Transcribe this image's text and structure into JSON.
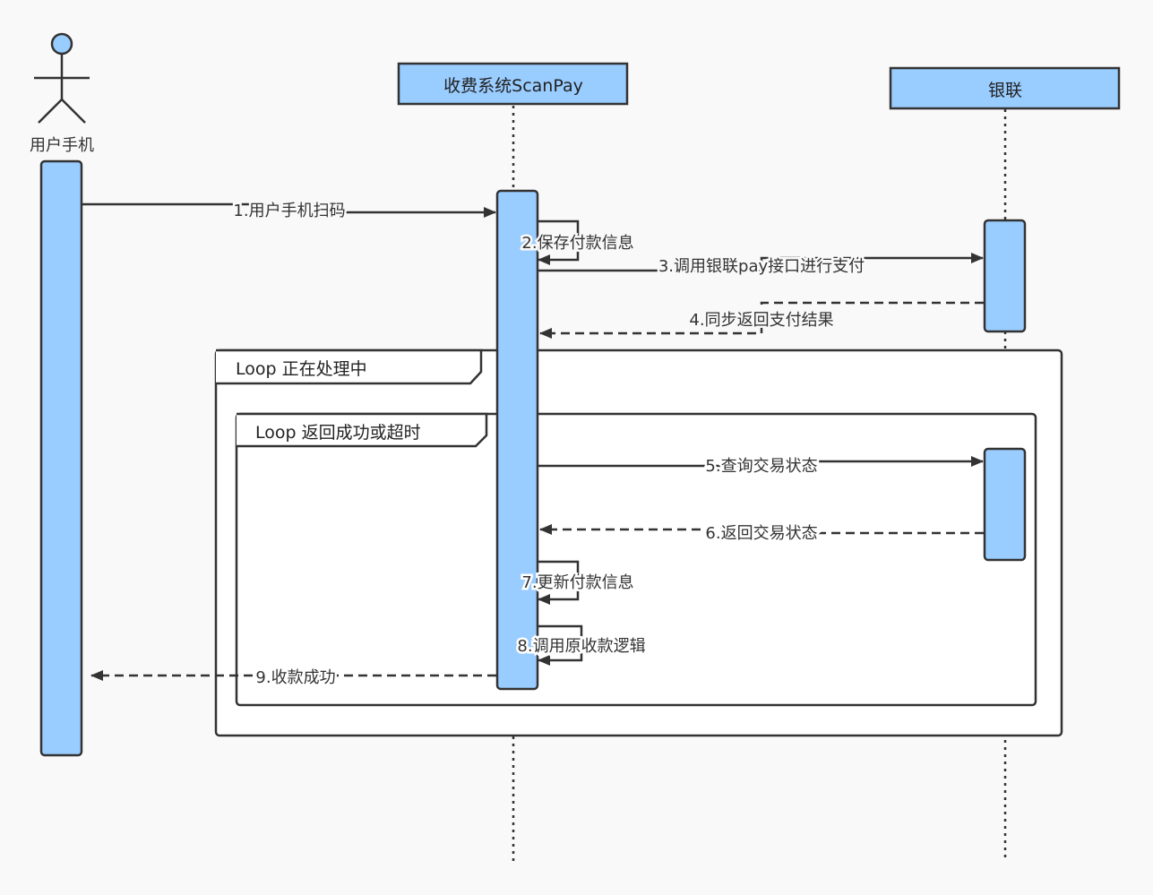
{
  "actor": {
    "name": "用户手机"
  },
  "participants": [
    {
      "name": "收费系统ScanPay"
    },
    {
      "name": "银联"
    }
  ],
  "loops": [
    {
      "label": "Loop 正在处理中"
    },
    {
      "label": "Loop 返回成功或超时"
    }
  ],
  "messages": [
    {
      "label": "1.用户手机扫码",
      "style": "solid"
    },
    {
      "label": "2.保存付款信息",
      "style": "self"
    },
    {
      "label": "3.调用银联pay接口进行支付",
      "style": "solid"
    },
    {
      "label": "4.同步返回支付结果",
      "style": "dashed"
    },
    {
      "label": "5.查询交易状态",
      "style": "solid"
    },
    {
      "label": "6.返回交易状态",
      "style": "dashed"
    },
    {
      "label": "7.更新付款信息",
      "style": "self"
    },
    {
      "label": "8.调用原收款逻辑",
      "style": "self"
    },
    {
      "label": "9.收款成功",
      "style": "dashed"
    }
  ],
  "colors": {
    "box_fill": "#99ccff",
    "line": "#333333",
    "background": "#f9f9f9"
  }
}
